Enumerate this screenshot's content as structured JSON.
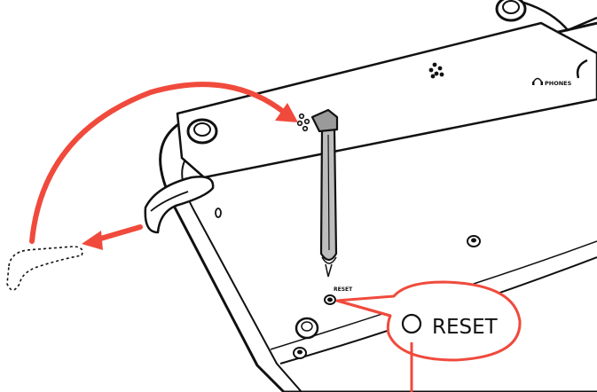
{
  "labels": {
    "phones": "PHONES",
    "reset_small": "RESET",
    "reset_callout": "RESET"
  },
  "colors": {
    "arrow": "#f04a3c",
    "line": "#111111",
    "stylus": "#bdbdbd",
    "panel": "#ffffff"
  },
  "icons": {
    "phones": "headphones-icon",
    "speaker": "speaker-grille-icon",
    "reset_hole": "reset-hole-icon"
  }
}
